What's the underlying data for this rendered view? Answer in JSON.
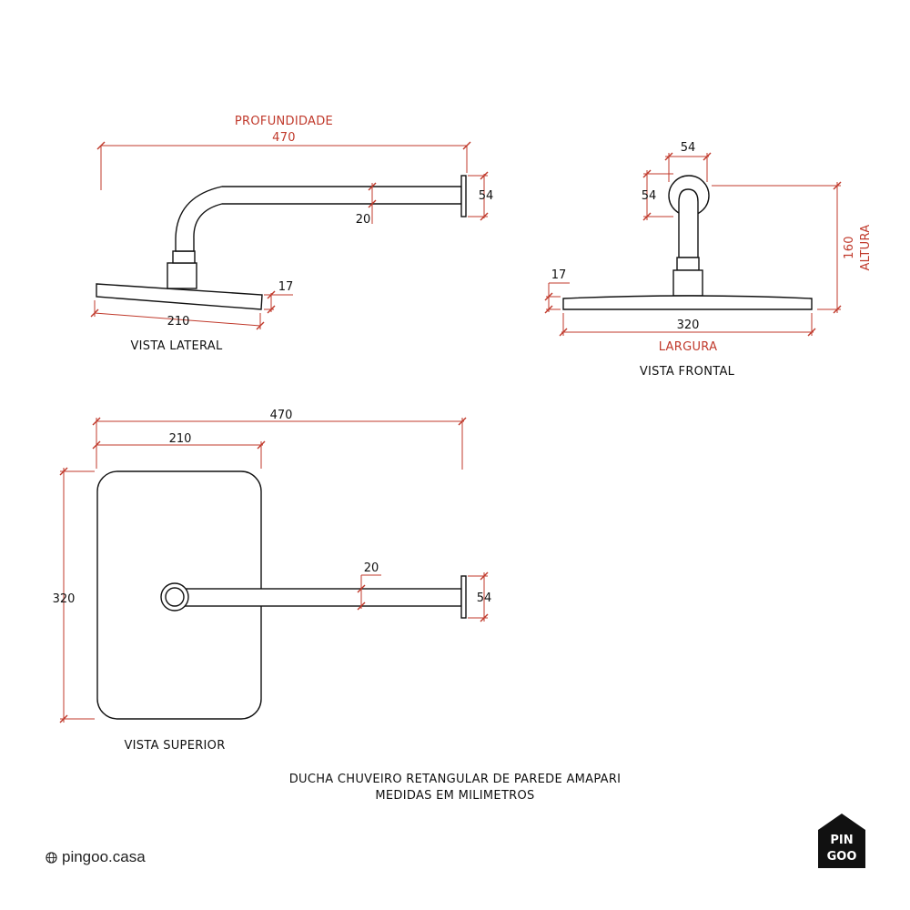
{
  "views": {
    "lateral": {
      "label": "VISTA LATERAL",
      "depth_title": "PROFUNDIDADE",
      "depth": "470",
      "arm_diameter": "20",
      "wall_plate": "54",
      "plate_thickness": "17",
      "plate_length": "210"
    },
    "frontal": {
      "label": "VISTA FRONTAL",
      "flange_width": "54",
      "flange_height": "54",
      "plate_thickness": "17",
      "height": "160",
      "height_title": "ALTURA",
      "width": "320",
      "width_title": "LARGURA"
    },
    "superior": {
      "label": "VISTA SUPERIOR",
      "total_depth": "470",
      "plate_depth": "210",
      "plate_width": "320",
      "arm_diameter": "20",
      "wall_plate": "54"
    }
  },
  "footer": {
    "line1": "DUCHA CHUVEIRO RETANGULAR DE PAREDE AMAPARI",
    "line2": "MEDIDAS EM MILIMETROS"
  },
  "brand": {
    "site": "pingoo.casa",
    "logo_line1": "PIN",
    "logo_line2": "GOO"
  },
  "colors": {
    "dimension": "#c0392b",
    "outline": "#111111",
    "logo_bg": "#111111"
  }
}
